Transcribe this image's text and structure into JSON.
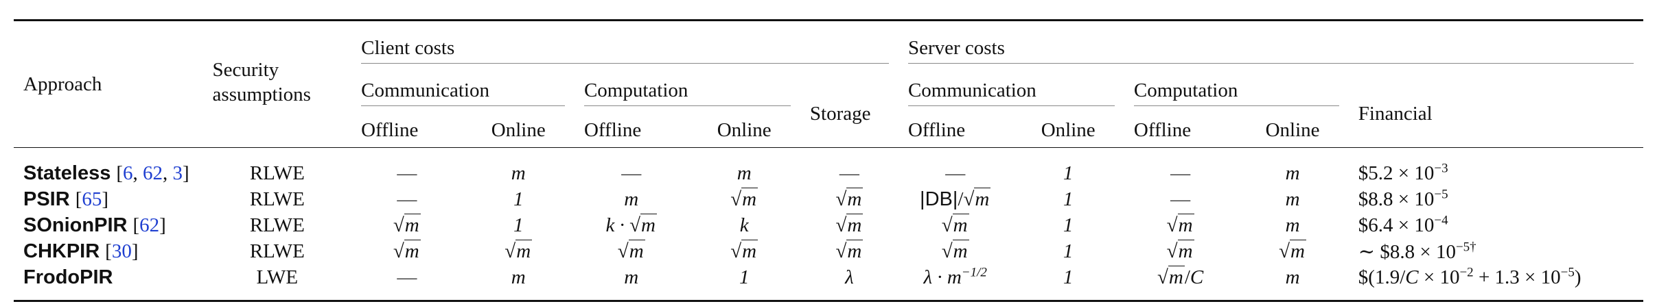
{
  "headers": {
    "approach": "Approach",
    "security_line1": "Security",
    "security_line2": "assumptions",
    "client_costs": "Client costs",
    "server_costs": "Server costs",
    "communication": "Communication",
    "computation": "Computation",
    "storage": "Storage",
    "financial": "Financial",
    "offline": "Offline",
    "online": "Online"
  },
  "rows": [
    {
      "name": "Stateless",
      "cite": "[6, 62, 3]",
      "security": "RLWE",
      "client_comm_off": "—",
      "client_comm_on": "m",
      "client_comp_off": "—",
      "client_comp_on": "m",
      "storage": "—",
      "server_comm_off": "—",
      "server_comm_on": "1",
      "server_comp_off": "—",
      "server_comp_on": "m",
      "financial": "$5.2 × 10−3"
    },
    {
      "name": "PSIR",
      "cite": "[65]",
      "security": "RLWE",
      "client_comm_off": "—",
      "client_comm_on": "1",
      "client_comp_off": "m",
      "client_comp_on": "√m",
      "storage": "√m",
      "server_comm_off": "|DB|/√m",
      "server_comm_on": "1",
      "server_comp_off": "—",
      "server_comp_on": "m",
      "financial": "$8.8 × 10−5"
    },
    {
      "name": "SOnionPIR",
      "cite": "[62]",
      "security": "RLWE",
      "client_comm_off": "√m",
      "client_comm_on": "1",
      "client_comp_off": "k · √m",
      "client_comp_on": "k",
      "storage": "√m",
      "server_comm_off": "√m",
      "server_comm_on": "1",
      "server_comp_off": "√m",
      "server_comp_on": "m",
      "financial": "$6.4 × 10−4"
    },
    {
      "name": "CHKPIR",
      "cite": "[30]",
      "security": "RLWE",
      "client_comm_off": "√m",
      "client_comm_on": "√m",
      "client_comp_off": "√m",
      "client_comp_on": "√m",
      "storage": "√m",
      "server_comm_off": "√m",
      "server_comm_on": "1",
      "server_comp_off": "√m",
      "server_comp_on": "√m",
      "financial": "∼ $8.8 × 10−5†"
    },
    {
      "name": "FrodoPIR",
      "cite": "",
      "security": "LWE",
      "client_comm_off": "—",
      "client_comm_on": "m",
      "client_comp_off": "m",
      "client_comp_on": "1",
      "storage": "λ",
      "server_comm_off": "λ · m−1/2",
      "server_comm_on": "1",
      "server_comp_off": "√m/C",
      "server_comp_on": "m",
      "financial": "$(1.9/C × 10−2 + 1.3 × 10−5)"
    }
  ]
}
